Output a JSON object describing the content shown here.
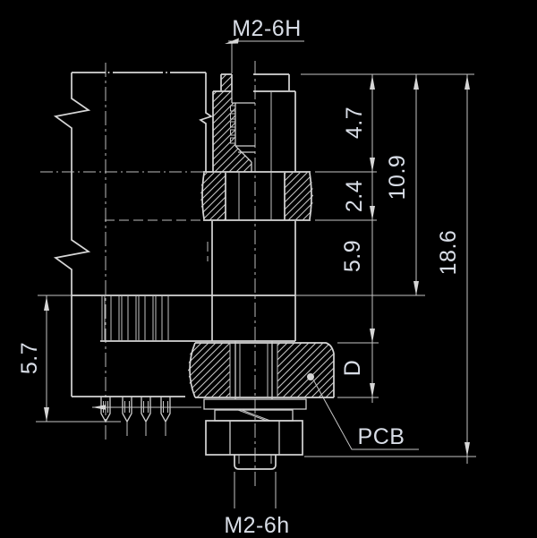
{
  "drawing": {
    "description": "Cross-section technical drawing of a PCB-mount threaded standoff / connector with hex nut and washers",
    "labels": {
      "top_thread": "M2-6H",
      "bottom_thread": "M2-6h",
      "pcb": "PCB"
    },
    "dimensions": {
      "d47": "4.7",
      "d24": "2.4",
      "d59": "5.9",
      "dD": "D",
      "d109": "10.9",
      "d186": "18.6",
      "d57": "5.7"
    },
    "colors": {
      "background": "#000000",
      "line": "#d6d6d6",
      "text": "#d8dde6"
    }
  }
}
